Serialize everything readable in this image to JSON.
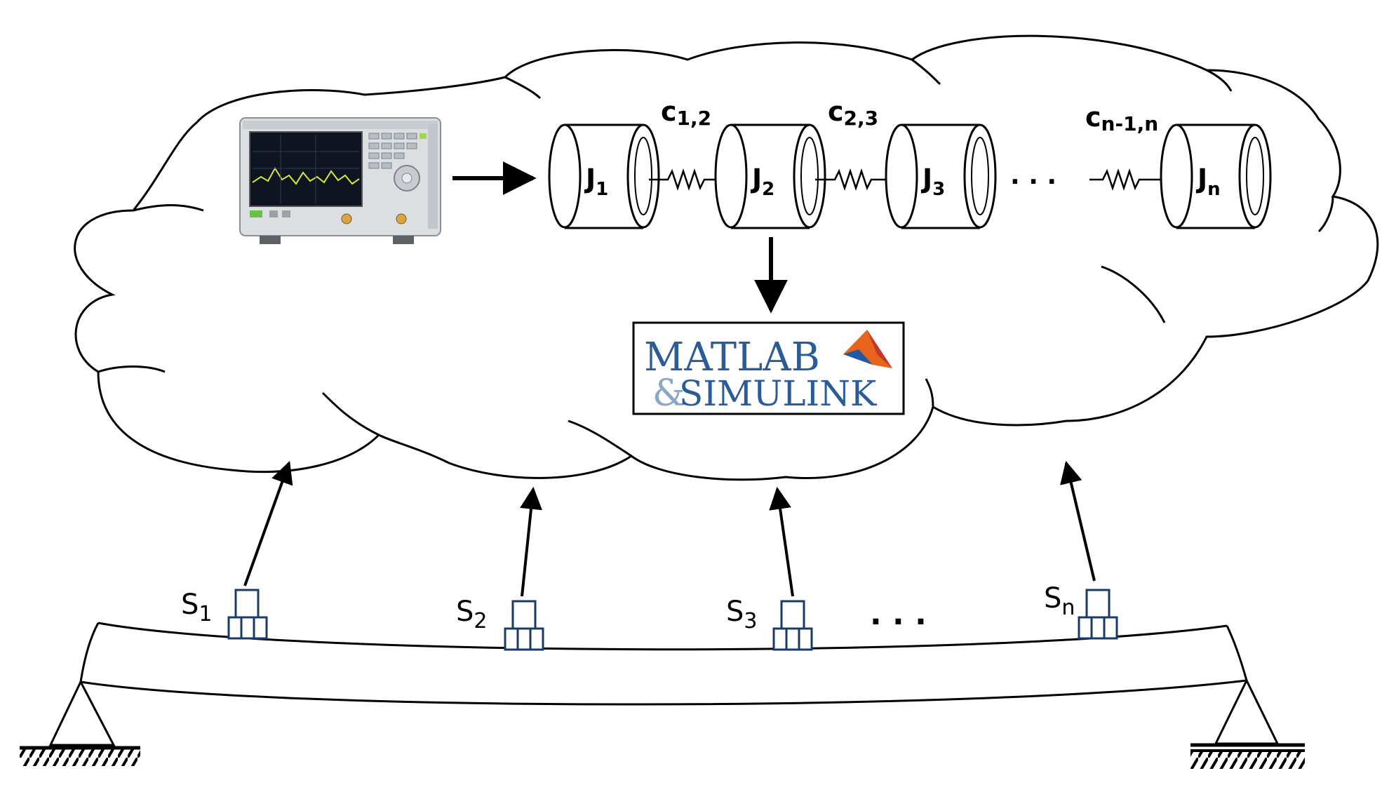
{
  "inertias": [
    {
      "main": "J",
      "sub": "1"
    },
    {
      "main": "J",
      "sub": "2"
    },
    {
      "main": "J",
      "sub": "3"
    },
    {
      "main": "J",
      "sub": "n"
    }
  ],
  "couplings": [
    {
      "main": "c",
      "sub": "1,2"
    },
    {
      "main": "c",
      "sub": "2,3"
    },
    {
      "main": "c",
      "sub": "n-1,n"
    }
  ],
  "chain_ellipsis": ". . .",
  "sensors": [
    {
      "main": "S",
      "sub": "1"
    },
    {
      "main": "S",
      "sub": "2"
    },
    {
      "main": "S",
      "sub": "3"
    },
    {
      "main": "S",
      "sub": "n"
    }
  ],
  "sensor_ellipsis": ". . .",
  "logo": {
    "line1": "MATLAB",
    "line2_amp": "&",
    "line2": "SIMULINK",
    "brand_colors": {
      "text": "#2a5c9a",
      "peak": "#e8641c",
      "shadow": "#1f5aa6"
    }
  },
  "device": {
    "name": "spectrum-analyzer",
    "screen_color": "#0e1420",
    "trace_color": "#d6e83a"
  }
}
